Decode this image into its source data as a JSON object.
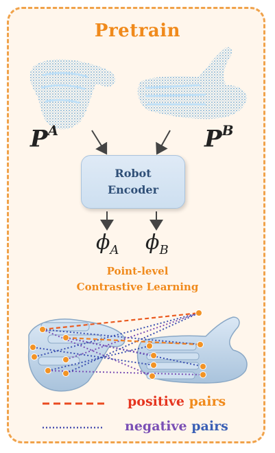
{
  "title": "Pretrain",
  "labels": {
    "point_a_base": "P",
    "point_a_sup": "A",
    "point_b_base": "P",
    "point_b_sup": "B"
  },
  "encoder": {
    "line1": "Robot",
    "line2": "Encoder"
  },
  "outputs": {
    "phi_a_base": "ϕ",
    "phi_a_sub": "A",
    "phi_b_base": "ϕ",
    "phi_b_sub": "B"
  },
  "subtitle": {
    "line1": "Point-level",
    "line2": "Contrastive Learning"
  },
  "legend": {
    "positive_word": "positive",
    "positive_pairs": "pairs",
    "negative_word": "negative",
    "negative_pairs": "pairs"
  },
  "colors": {
    "accent_orange": "#f08a1c",
    "positive_red": "#e5351f",
    "negative_blue": "#3a4fb0",
    "negative_purple": "#7a4fb5",
    "point_cloud_blue": "#6fb4e6"
  }
}
